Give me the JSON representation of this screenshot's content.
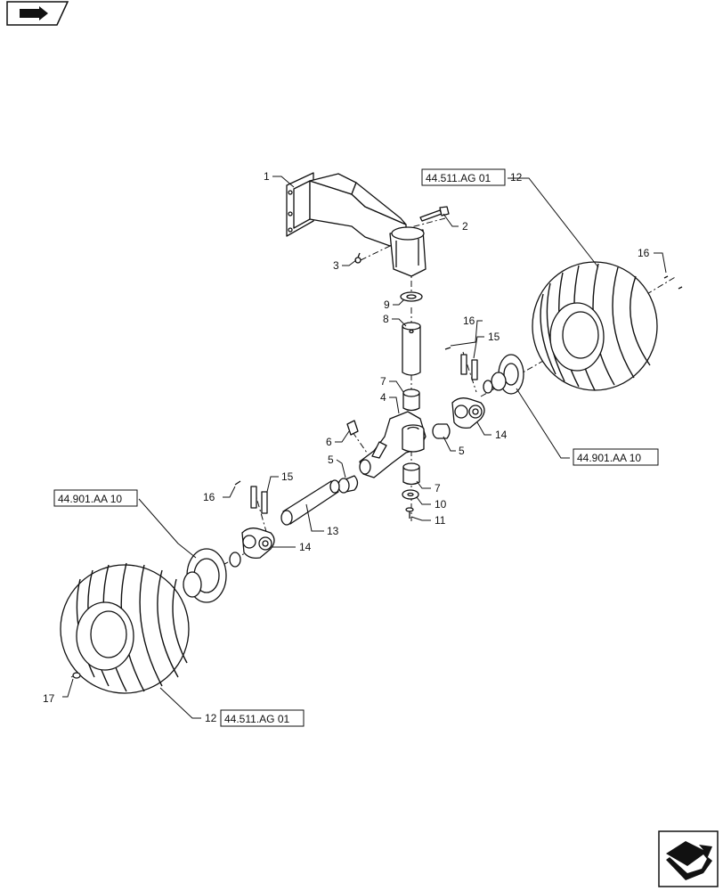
{
  "callouts": [
    {
      "id": "c1",
      "text": "1"
    },
    {
      "id": "c2",
      "text": "2"
    },
    {
      "id": "c3",
      "text": "3"
    },
    {
      "id": "c9",
      "text": "9"
    },
    {
      "id": "c8",
      "text": "8"
    },
    {
      "id": "c7a",
      "text": "7"
    },
    {
      "id": "c4",
      "text": "4"
    },
    {
      "id": "c6",
      "text": "6"
    },
    {
      "id": "c5a",
      "text": "5"
    },
    {
      "id": "c5b",
      "text": "5"
    },
    {
      "id": "c7b",
      "text": "7"
    },
    {
      "id": "c10",
      "text": "10"
    },
    {
      "id": "c11",
      "text": "11"
    },
    {
      "id": "c13",
      "text": "13"
    },
    {
      "id": "c14a",
      "text": "14"
    },
    {
      "id": "c14b",
      "text": "14"
    },
    {
      "id": "c15a",
      "text": "15"
    },
    {
      "id": "c15b",
      "text": "15"
    },
    {
      "id": "c16a",
      "text": "16"
    },
    {
      "id": "c16b",
      "text": "16"
    },
    {
      "id": "c16c",
      "text": "16"
    },
    {
      "id": "c12a",
      "text": "12"
    },
    {
      "id": "c12b",
      "text": "12"
    },
    {
      "id": "c17",
      "text": "17"
    }
  ],
  "references": [
    {
      "id": "r1",
      "text": "44.511.AG 01"
    },
    {
      "id": "r2",
      "text": "44.901.AA 10"
    },
    {
      "id": "r3",
      "text": "44.901.AA 10"
    },
    {
      "id": "r4",
      "text": "44.511.AG 01"
    }
  ],
  "icons": {
    "top_left": "previous-page-icon",
    "bottom_right": "next-page-icon"
  }
}
